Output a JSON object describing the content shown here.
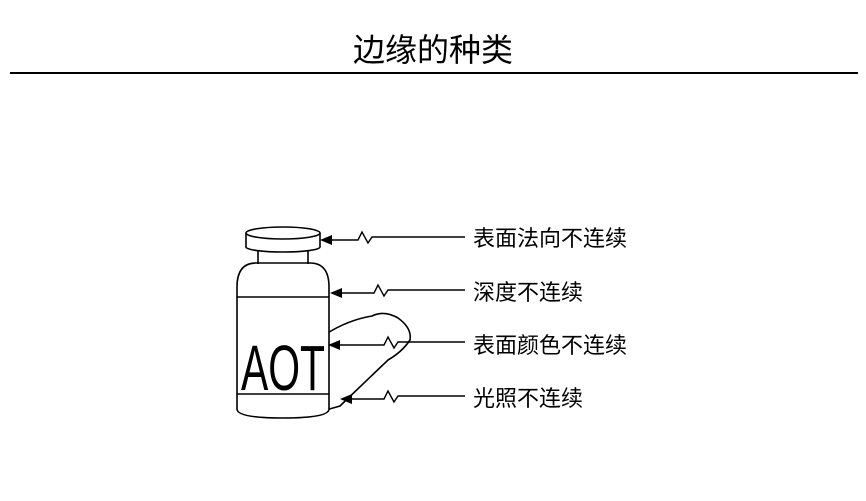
{
  "title": "边缘的种类",
  "bottle_text": "AOT",
  "labels": [
    "表面法向不连续",
    "深度不连续",
    "表面颜色不连续",
    "光照不连续"
  ]
}
